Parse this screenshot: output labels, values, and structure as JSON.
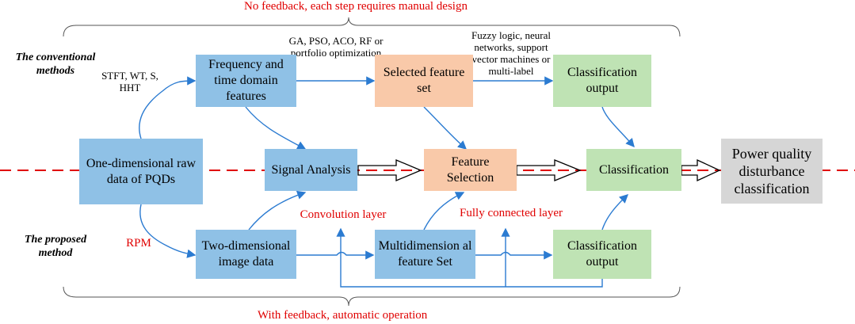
{
  "top_caption": "No feedback, each step requires manual design",
  "bottom_caption": "With feedback, automatic operation",
  "side_labels": {
    "conventional": "The conventional methods",
    "proposed": "The proposed method"
  },
  "edge_labels": {
    "stft": "STFT, WT, S, HHT",
    "ga": "GA, PSO, ACO, RF or portfolio optimization",
    "fuzzy": "Fuzzy logic, neural networks, support vector machines or multi-label",
    "rpm": "RPM",
    "convolution": "Convolution layer",
    "fully_connected": "Fully connected layer"
  },
  "boxes": {
    "raw_data": "One-dimensional raw data of PQDs",
    "freq_time": "Frequency and time domain features",
    "selected_set": "Selected feature set",
    "class_output_top": "Classification output",
    "signal_analysis": "Signal Analysis",
    "feature_selection": "Feature Selection",
    "classification": "Classification",
    "pq_disturbance": "Power quality disturbance classification",
    "two_dim": "Two-dimensional image data",
    "multidim": "Multidimension al feature Set",
    "class_output_bottom": "Classification output"
  },
  "colors": {
    "blue_box": "#8fc1e6",
    "orange_box": "#f9c9a9",
    "green_box": "#bfe3b4",
    "gray_box": "#d6d6d6",
    "arrow": "#2b7bd1",
    "dashed": "#e00000",
    "annotation_red": "#e00000"
  }
}
